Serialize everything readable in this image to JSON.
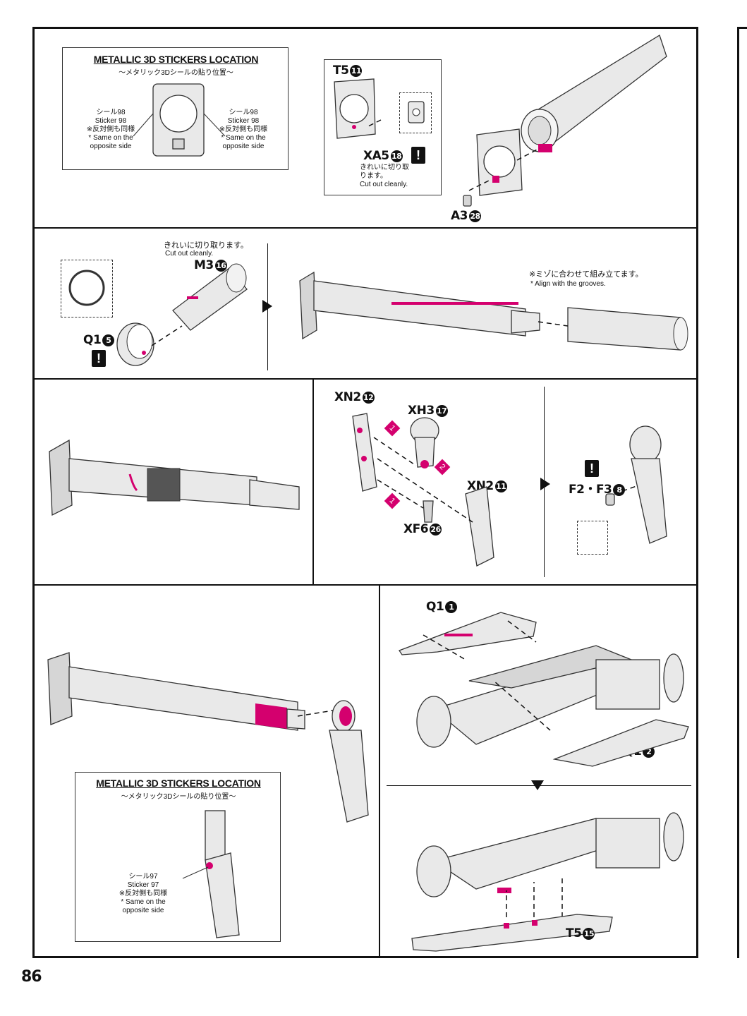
{
  "page_number": "86",
  "colors": {
    "accent": "#d4006e",
    "line": "#111111",
    "part_fill": "#e9e9e9"
  },
  "sticker_box_top": {
    "title": "METALLIC 3D STICKERS LOCATION",
    "subtitle": "～メタリック3Dシールの貼り位置～",
    "left": {
      "jp": "シール98",
      "en": "Sticker 98",
      "jp_note": "※反対側も同様",
      "en_note": "* Same on the opposite side"
    },
    "right": {
      "jp": "シール98",
      "en": "Sticker 98",
      "jp_note": "※反対側も同様",
      "en_note": "* Same on the opposite side"
    }
  },
  "panel1": {
    "t5": {
      "code": "T5",
      "num": "11"
    },
    "xa5": {
      "code": "XA5",
      "num": "18"
    },
    "cut_jp": "きれいに切り取ります。",
    "cut_en": "Cut out cleanly.",
    "a3": {
      "code": "A3",
      "num": "28"
    }
  },
  "panel2": {
    "cut_jp": "きれいに切り取ります。",
    "cut_en": "Cut out cleanly.",
    "m3": {
      "code": "M3",
      "num": "16"
    },
    "q1": {
      "code": "Q1",
      "num": "5"
    },
    "groove_jp": "※ミゾに合わせて組み立てます。",
    "groove_en": "* Align with the grooves."
  },
  "panel3": {
    "xn2a": {
      "code": "XN2",
      "num": "12"
    },
    "xh3": {
      "code": "XH3",
      "num": "17"
    },
    "xn2b": {
      "code": "XN2",
      "num": "11"
    },
    "xf6": {
      "code": "XF6",
      "num": "26"
    },
    "f2f3": {
      "code": "F2・F3",
      "num": "8"
    },
    "step1": "1",
    "step2": "2",
    "step1b": "1"
  },
  "panel4": {
    "q1a": {
      "code": "Q1",
      "num": "1"
    },
    "q1b": {
      "code": "Q1",
      "num": "2"
    },
    "t5": {
      "code": "T5",
      "num": "15"
    }
  },
  "sticker_box_bottom": {
    "title": "METALLIC 3D STICKERS LOCATION",
    "subtitle": "～メタリック3Dシールの貼り位置～",
    "jp": "シール97",
    "en": "Sticker 97",
    "jp_note": "※反対側も同様",
    "en_note": "* Same on the opposite side"
  },
  "warn_symbol": "!"
}
